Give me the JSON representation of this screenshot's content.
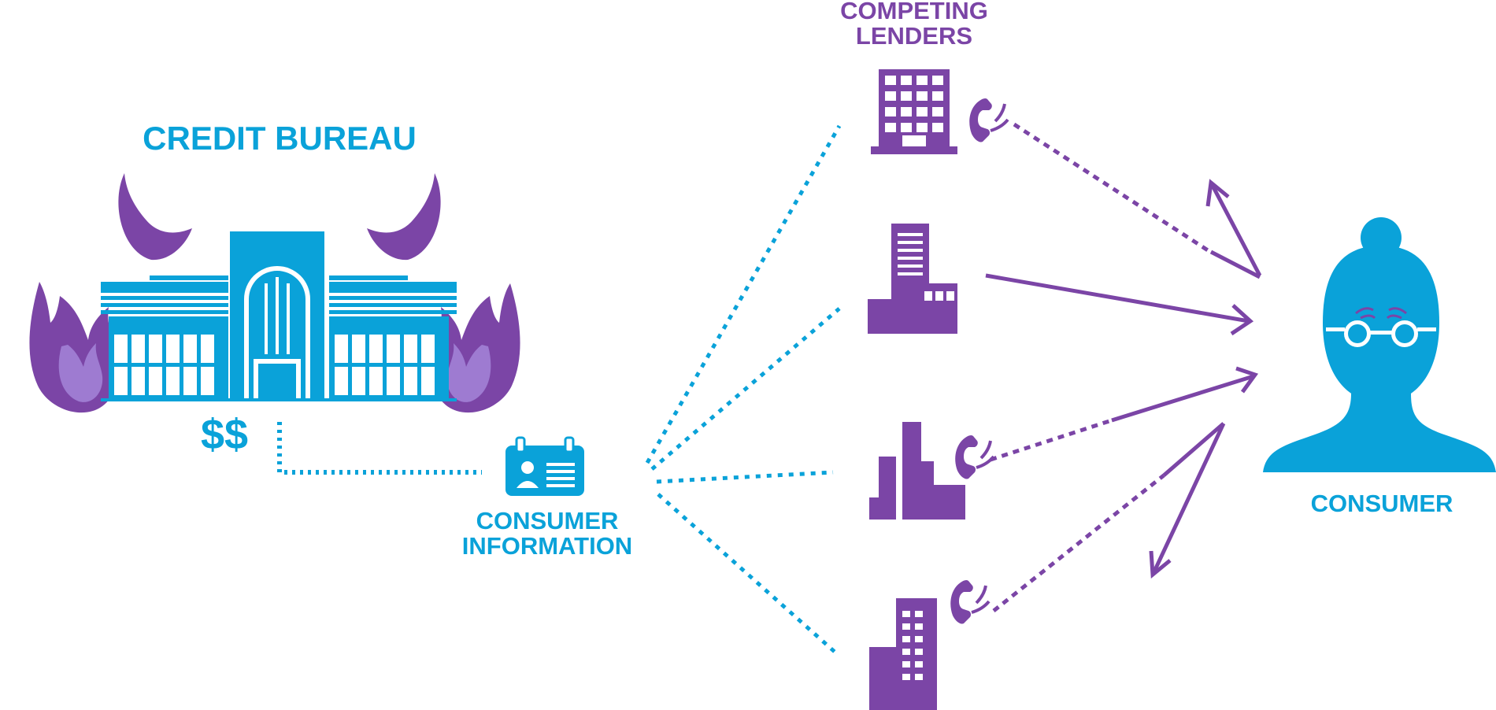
{
  "colors": {
    "blue": "#0AA2D9",
    "purple": "#7B45A6",
    "purple_light": "#9E7BD1"
  },
  "credit_bureau": {
    "title": "CREDIT BUREAU",
    "money": "$$",
    "icons": [
      "bureau-building-icon",
      "devil-horn-icon",
      "flame-icon"
    ]
  },
  "consumer_information": {
    "line1": "CONSUMER",
    "line2": "INFORMATION",
    "icon": "id-card-icon"
  },
  "competing_lenders": {
    "line1": "COMPETING",
    "line2": "LENDERS",
    "lenders": [
      {
        "building": "office-building-icon",
        "phone": true
      },
      {
        "building": "factory-building-icon",
        "phone": false
      },
      {
        "building": "city-buildings-icon",
        "phone": true
      },
      {
        "building": "tower-building-icon",
        "phone": true
      }
    ]
  },
  "consumer": {
    "label": "CONSUMER",
    "icon": "worried-person-icon"
  }
}
